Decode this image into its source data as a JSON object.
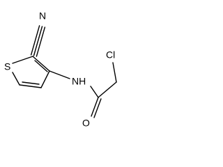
{
  "diagram": {
    "type": "chemical-structure",
    "atoms": {
      "nitrile_n": "N",
      "ring_s": "S",
      "amide_nh": "NH",
      "chlorine": "Cl",
      "carbonyl_o": "O"
    }
  },
  "colors": {
    "bond": "#000000",
    "label": "#000000",
    "background": "#ffffff"
  }
}
